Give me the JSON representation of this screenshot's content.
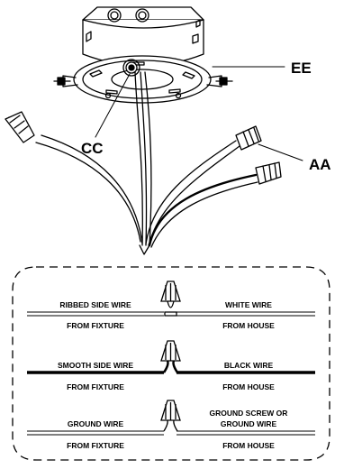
{
  "callouts": {
    "ee": "EE",
    "cc": "CC",
    "aa": "AA"
  },
  "legend": {
    "rows": [
      {
        "left_top": "RIBBED SIDE WIRE",
        "left_bottom": "FROM FIXTURE",
        "right_top": "WHITE WIRE",
        "right_bottom": "FROM HOUSE",
        "wire_style": "double-thin"
      },
      {
        "left_top": "SMOOTH SIDE WIRE",
        "left_bottom": "FROM FIXTURE",
        "right_top": "BLACK WIRE",
        "right_bottom": "FROM HOUSE",
        "wire_style": "thick-black"
      },
      {
        "left_top": "GROUND WIRE",
        "left_bottom": "FROM FIXTURE",
        "right_top_line1": "GROUND SCREW OR",
        "right_top_line2": "GROUND WIRE",
        "right_bottom": "FROM HOUSE",
        "wire_style": "double-thin"
      }
    ]
  }
}
